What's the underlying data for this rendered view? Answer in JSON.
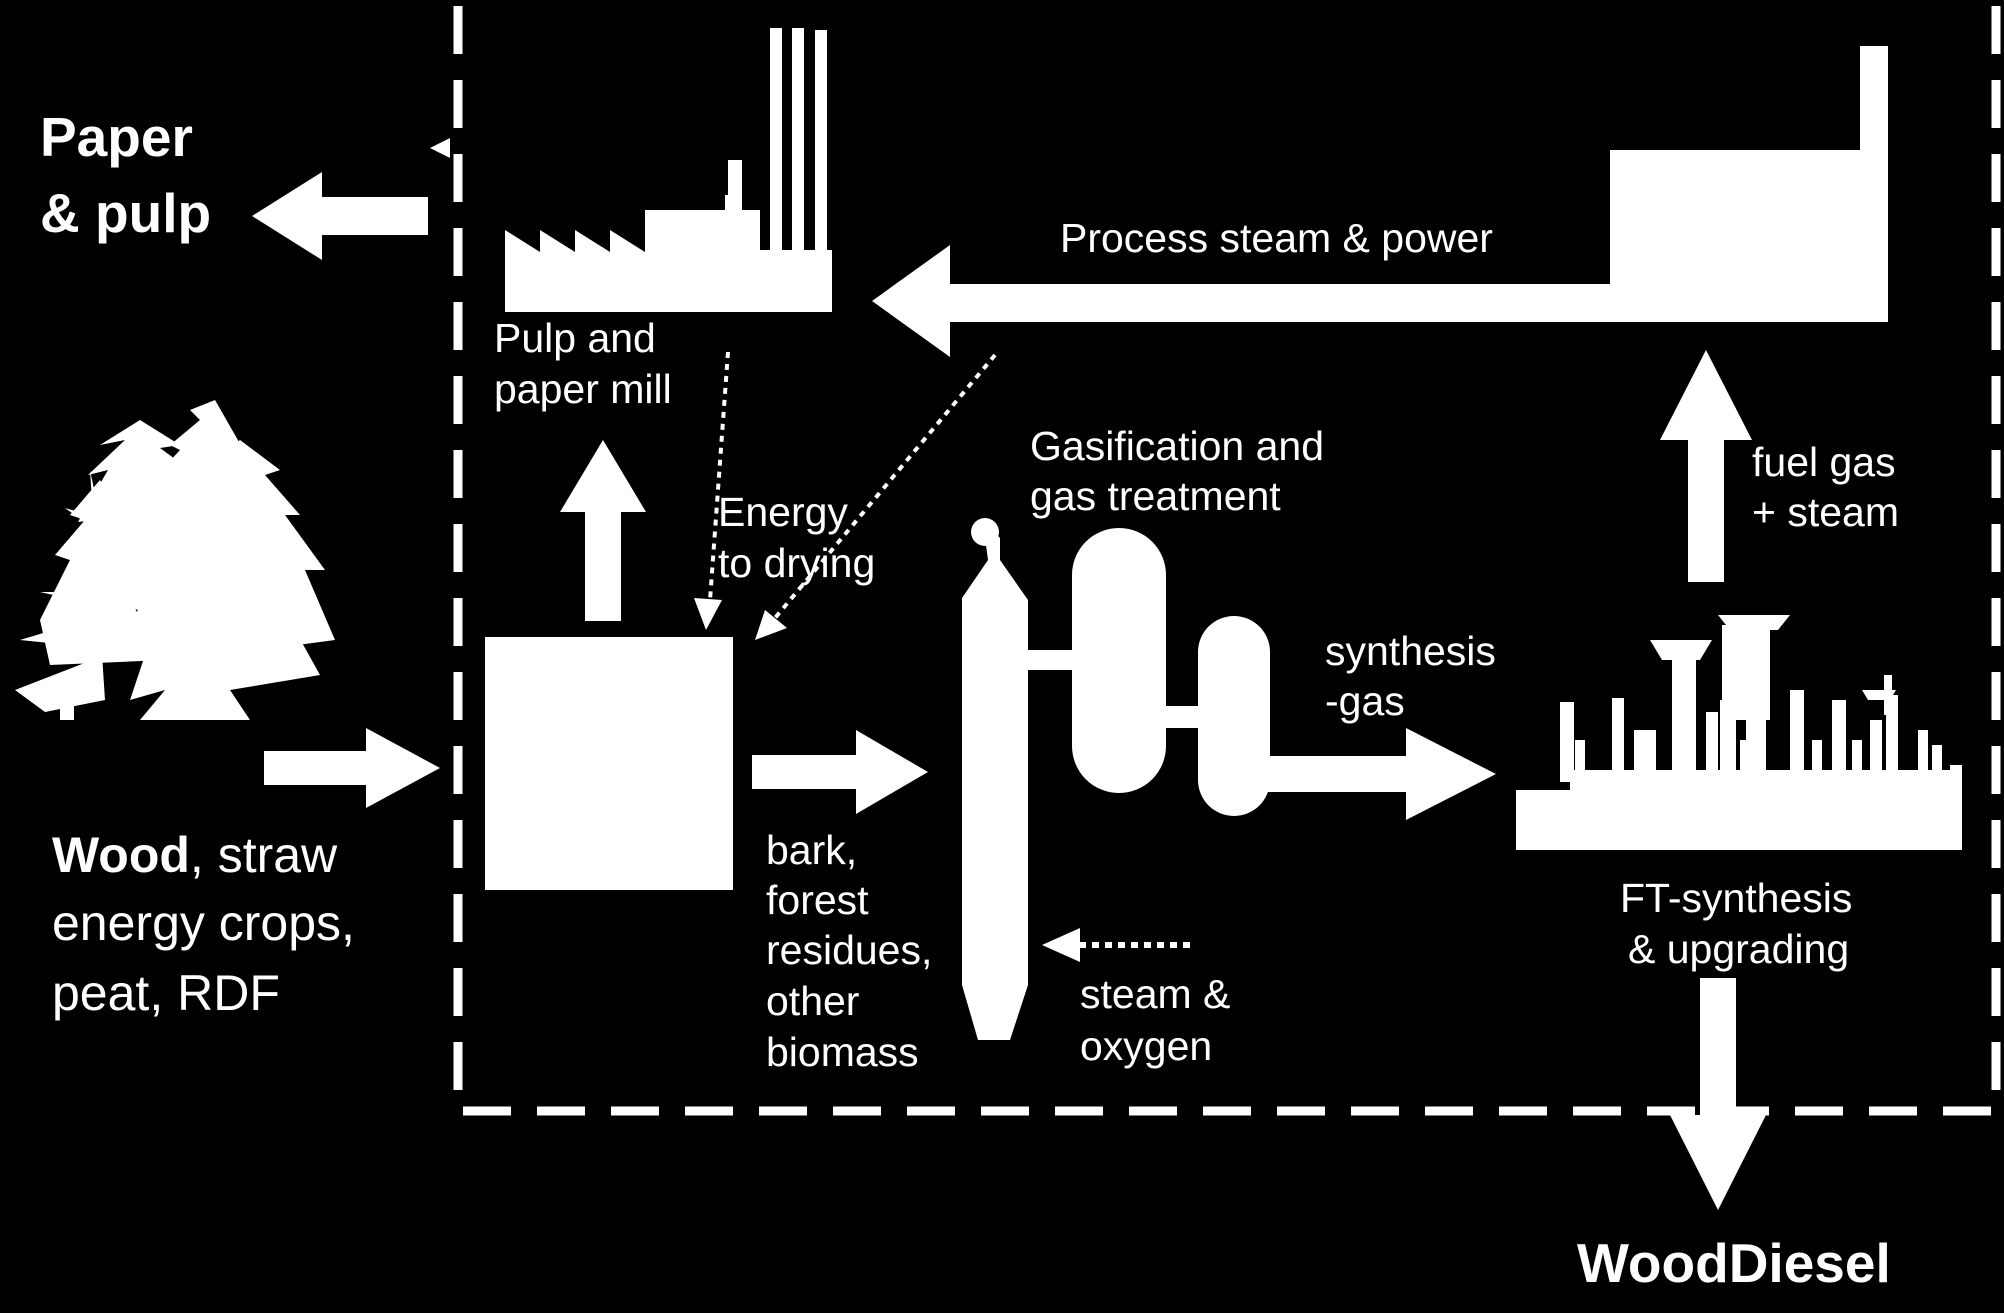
{
  "colors": {
    "background": "#000000",
    "foreground": "#ffffff"
  },
  "outputs": {
    "paper_pulp": [
      "Paper",
      "& pulp"
    ],
    "wood_diesel": "WoodDiesel"
  },
  "feedstock": {
    "line1_bold": "Wood",
    "line1_rest": ", straw",
    "line2": "energy crops,",
    "line3": "peat, RDF"
  },
  "units": {
    "pulp_mill": [
      "Pulp and",
      "paper mill"
    ],
    "gasification": [
      "Gasification and",
      "gas treatment"
    ],
    "ft_synthesis": [
      "FT-synthesis",
      "& upgrading"
    ]
  },
  "flows": {
    "process_steam": "Process steam & power",
    "energy_drying": [
      "Energy",
      "to drying"
    ],
    "fuel_gas": [
      "fuel gas",
      "+ steam"
    ],
    "synthesis_gas": [
      "synthesis",
      "-gas"
    ],
    "biomass": [
      "bark,",
      "forest",
      "residues,",
      "other",
      "biomass"
    ],
    "steam_oxygen": [
      "steam &",
      "oxygen"
    ]
  },
  "icons": [
    "forest-icon",
    "pulp-mill-icon",
    "power-plant-icon",
    "dryer-icon",
    "gasifier-icon",
    "refinery-icon"
  ]
}
